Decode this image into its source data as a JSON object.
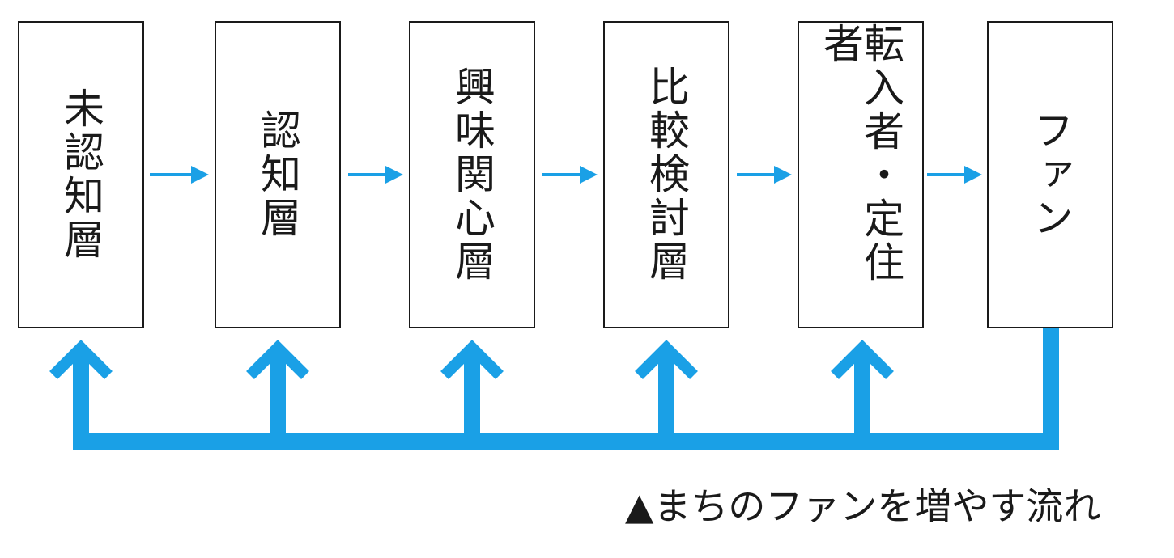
{
  "stages": [
    "未認知層",
    "認知層",
    "興味関心層",
    "比較検討層",
    "転入者・定住者",
    "ファン"
  ],
  "caption": "▲まちのファンを増やす流れ",
  "colors": {
    "arrow": "#1aa0e6",
    "border": "#1a1a1a",
    "text": "#1a1a1a"
  }
}
